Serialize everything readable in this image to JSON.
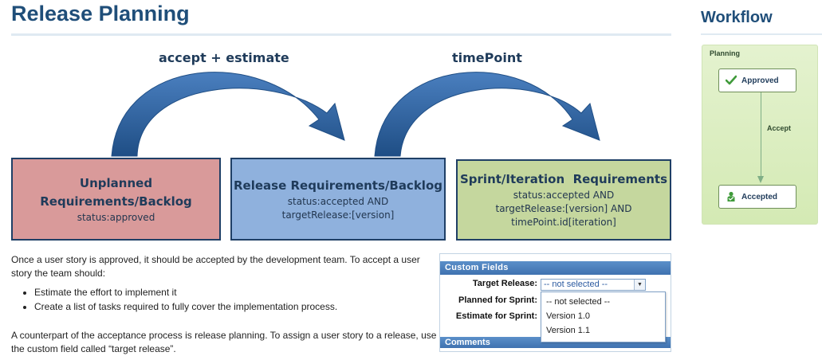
{
  "page": {
    "title": "Release Planning"
  },
  "diagram": {
    "transition_labels": [
      "accept + estimate",
      "timePoint"
    ],
    "boxes": [
      {
        "title_line1": "Unplanned",
        "title_line2": "Requirements/Backlog",
        "conditions": [
          "status:approved"
        ],
        "color": "#d99a9a"
      },
      {
        "title_line1": "Release Requirements/Backlog",
        "title_line2": "",
        "conditions": [
          "status:accepted AND",
          "targetRelease:[version]"
        ],
        "color": "#8fb1dd"
      },
      {
        "title_line1": "Sprint/Iteration  Requirements",
        "title_line2": "",
        "conditions": [
          "status:accepted AND",
          "targetRelease:[version] AND",
          "timePoint.id[iteration]"
        ],
        "color": "#c5d79e"
      }
    ],
    "arrow_color": "#2e5f96"
  },
  "body": {
    "paragraph1": "Once a user story is approved, it should be accepted by the development team. To accept a user story the team should:",
    "bullets": [
      "Estimate the effort to implement it",
      "Create a list of tasks required to fully cover the implementation process."
    ],
    "paragraph2": "A counterpart of the acceptance process is release planning. To assign a user story to a release, use the custom field called “target release”."
  },
  "custom_fields": {
    "header": "Custom Fields",
    "fields": [
      {
        "label": "Target Release:"
      },
      {
        "label": "Planned for Sprint:"
      },
      {
        "label": "Estimate for Sprint:"
      }
    ],
    "target_release_selected": "-- not selected --",
    "target_release_options": [
      "-- not selected --",
      "Version 1.0",
      "Version 1.1"
    ],
    "comments_header": "Comments"
  },
  "workflow": {
    "title": "Workflow",
    "stage": "Planning",
    "states": [
      {
        "name": "Approved",
        "icon": "check-icon"
      },
      {
        "name": "Accepted",
        "icon": "person-icon"
      }
    ],
    "transition": "Accept"
  }
}
